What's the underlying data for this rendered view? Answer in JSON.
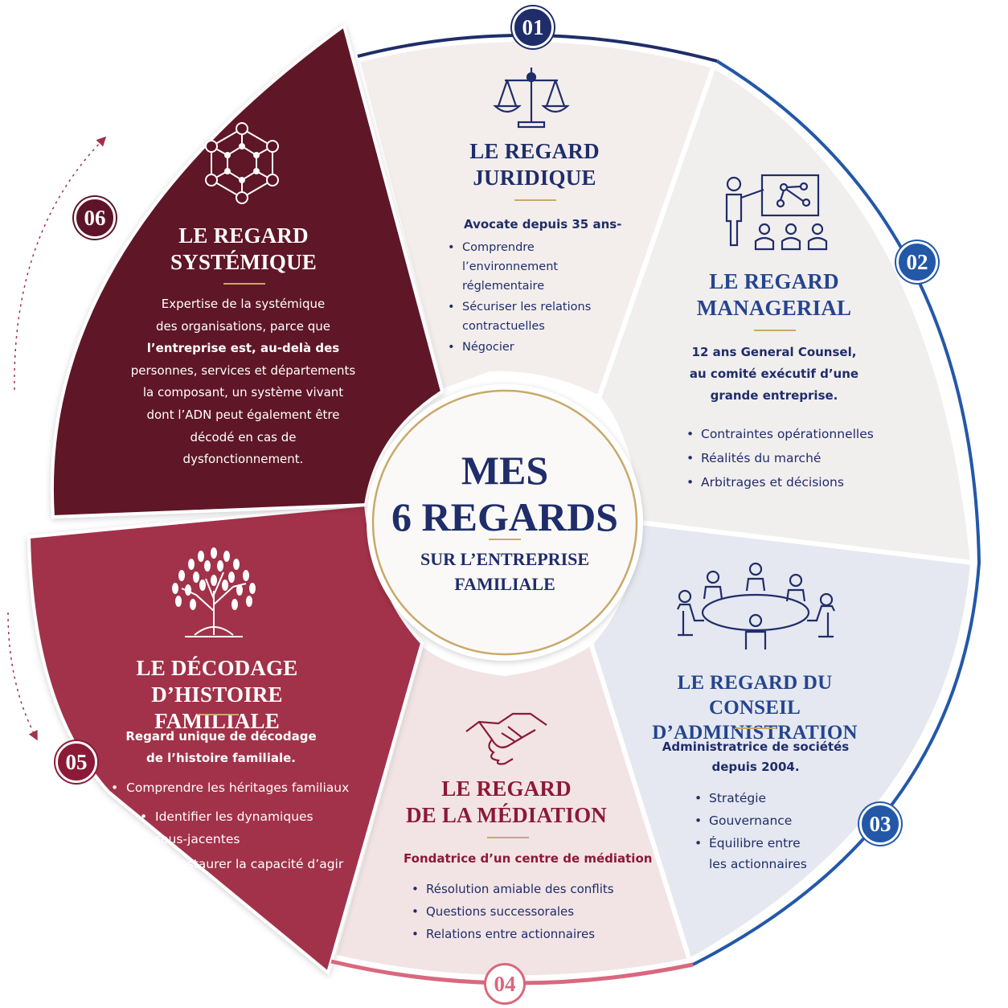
{
  "colors": {
    "navy": "#1f2d6a",
    "blue": "#2358a8",
    "burgundy": "#5e1428",
    "wine": "#a23149",
    "rose": "#d9687e",
    "gold": "#c9a86a"
  },
  "center": {
    "title_line1": "MES",
    "title_line2": "6 REGARDS",
    "subtitle_line1": "SUR L’ENTREPRISE",
    "subtitle_line2": "FAMILIALE"
  },
  "sectors": [
    {
      "number": "01",
      "icon": "scales-of-justice-icon",
      "title_line1": "LE REGARD",
      "title_line2": "JURIDIQUE",
      "lead": "Avocate depuis 35 ans-",
      "bullets": [
        "Comprendre l’environnement réglementaire",
        "Sécuriser les relations contractuelles",
        "Négocier"
      ]
    },
    {
      "number": "02",
      "icon": "presenter-meeting-icon",
      "title_line1": "LE REGARD",
      "title_line2": "MANAGERIAL",
      "lead_line1": "12 ans General Counsel,",
      "lead_line2": "au comité exécutif d’une",
      "lead_line3": "grande entreprise.",
      "bullets": [
        "Contraintes opérationnelles",
        "Réalités du marché",
        "Arbitrages et décisions"
      ]
    },
    {
      "number": "03",
      "icon": "boardroom-table-icon",
      "title_line1": "LE REGARD DU",
      "title_line2": "CONSEIL D’ADMINISTRATION",
      "lead_line1": "Administratrice de sociétés",
      "lead_line2": "depuis 2004.",
      "bullets": [
        "Stratégie",
        "Gouvernance",
        "Équilibre entre les actionnaires"
      ]
    },
    {
      "number": "04",
      "icon": "handshake-icon",
      "title_line1": "LE REGARD",
      "title_line2": "DE LA MÉDIATION",
      "lead": "Fondatrice d’un centre de médiation",
      "bullets": [
        "Résolution amiable des conflits",
        "Questions successorales",
        "Relations entre actionnaires"
      ]
    },
    {
      "number": "05",
      "icon": "family-tree-icon",
      "title_line1": "LE DÉCODAGE",
      "title_line2": "D’HISTOIRE FAMILIALE",
      "lead_line1": "Regard unique de décodage",
      "lead_line2": "de l’histoire familiale.",
      "bullets": [
        "Comprendre les héritages familiaux",
        "Identifier les dynamiques sous-jacentes",
        "Restaurer la capacité d’agir"
      ]
    },
    {
      "number": "06",
      "icon": "network-hexagon-icon",
      "title_line1": "LE REGARD",
      "title_line2": "SYSTÉMIQUE",
      "para_lines": [
        "Expertise de la systémique",
        "des organisations, parce que",
        "l’entreprise est, au-delà des",
        "personnes, services et départements",
        "la composant, un système vivant",
        "dont l’ADN peut également être",
        "décodé en cas de",
        "dysfonctionnement."
      ]
    }
  ]
}
